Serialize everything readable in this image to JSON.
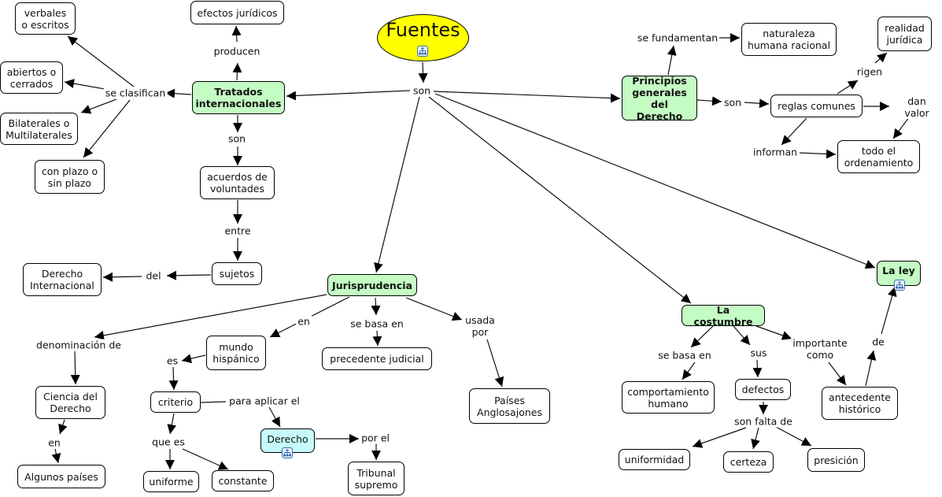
{
  "title": "Fuentes",
  "colors": {
    "root": "#ffff00",
    "main_concept": "#c4fcc4",
    "linked_concept": "#c6fafa",
    "concept": "#ffffff"
  },
  "nodes": {
    "fuentes": "Fuentes",
    "tratados": "Tratados\ninternacionales",
    "principios": "Principios\ngenerales\ndel Derecho",
    "jurisprudencia": "Jurisprudencia",
    "costumbre": "La costumbre",
    "ley": "La ley",
    "efectos": "efectos jurídicos",
    "verbales": "verbales\no escritos",
    "abiertos": "abiertos o\ncerrados",
    "bilaterales": "Bilaterales o\nMultilaterales",
    "plazo": "con plazo o\nsin plazo",
    "acuerdos": "acuerdos de\nvoluntades",
    "sujetos": "sujetos",
    "derecho_int": "Derecho\nInternacional",
    "naturaleza": "naturaleza\nhumana racional",
    "realidad": "realidad\njurídica",
    "reglas": "reglas comunes",
    "ordenamiento": "todo el\nordenamiento",
    "mundo": "mundo\nhispánico",
    "precedente": "precedente judicial",
    "paises_anglo": "Países\nAnglosajones",
    "ciencia": "Ciencia del\nDerecho",
    "algunos": "Algunos países",
    "criterio": "criterio",
    "derecho": "Derecho",
    "uniforme": "uniforme",
    "constante": "constante",
    "tribunal": "Tribunal\nsupremo",
    "comportamiento": "comportamiento\nhumano",
    "defectos": "defectos",
    "antecedente": "antecedente\nhistórico",
    "uniformidad": "uniformidad",
    "certeza": "certeza",
    "presicion": "presición"
  },
  "links": {
    "son_main": "son",
    "producen": "producen",
    "se_clasifican": "se clasifican",
    "son_tratados": "son",
    "entre": "entre",
    "del": "del",
    "se_fundamentan": "se fundamentan",
    "son_principios": "son",
    "rigen": "rigen",
    "dan_valor": "dan valor",
    "informan": "informan",
    "en_juris": "en",
    "se_basa_juris": "se basa en",
    "usada_por": "usada\npor",
    "denominacion": "denominación de",
    "en_ciencia": "en",
    "es": "es",
    "para_aplicar": "para aplicar el",
    "que_es": "que es",
    "por_el": "por el",
    "se_basa_cost": "se basa en",
    "sus": "sus",
    "importante": "importante\ncomo",
    "son_falta": "son falta de",
    "de": "de"
  }
}
